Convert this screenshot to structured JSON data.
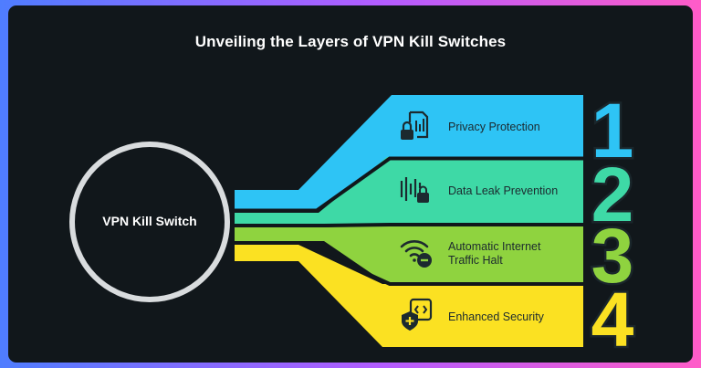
{
  "title": "Unveiling the Layers of VPN Kill Switches",
  "center": {
    "label": "VPN Kill Switch"
  },
  "colors": {
    "background": "#11171b",
    "border_gradient": [
      "#4f7dff",
      "#b45cff",
      "#ff5cc8"
    ],
    "layer1": "#2ec4f5",
    "layer2": "#3ed9a6",
    "layer3": "#8fd33f",
    "layer4": "#fbe122",
    "text_dark": "#1c2a2f",
    "text_light": "#ffffff"
  },
  "layers": [
    {
      "number": "1",
      "lines": [
        "Privacy Protection"
      ],
      "icon": "document-lock-icon"
    },
    {
      "number": "2",
      "lines": [
        "Data Leak Prevention"
      ],
      "icon": "soundwave-lock-icon"
    },
    {
      "number": "3",
      "lines": [
        "Automatic Internet",
        "Traffic Halt"
      ],
      "icon": "wifi-blocked-icon"
    },
    {
      "number": "4",
      "lines": [
        "Enhanced Security"
      ],
      "icon": "code-shield-icon"
    }
  ]
}
